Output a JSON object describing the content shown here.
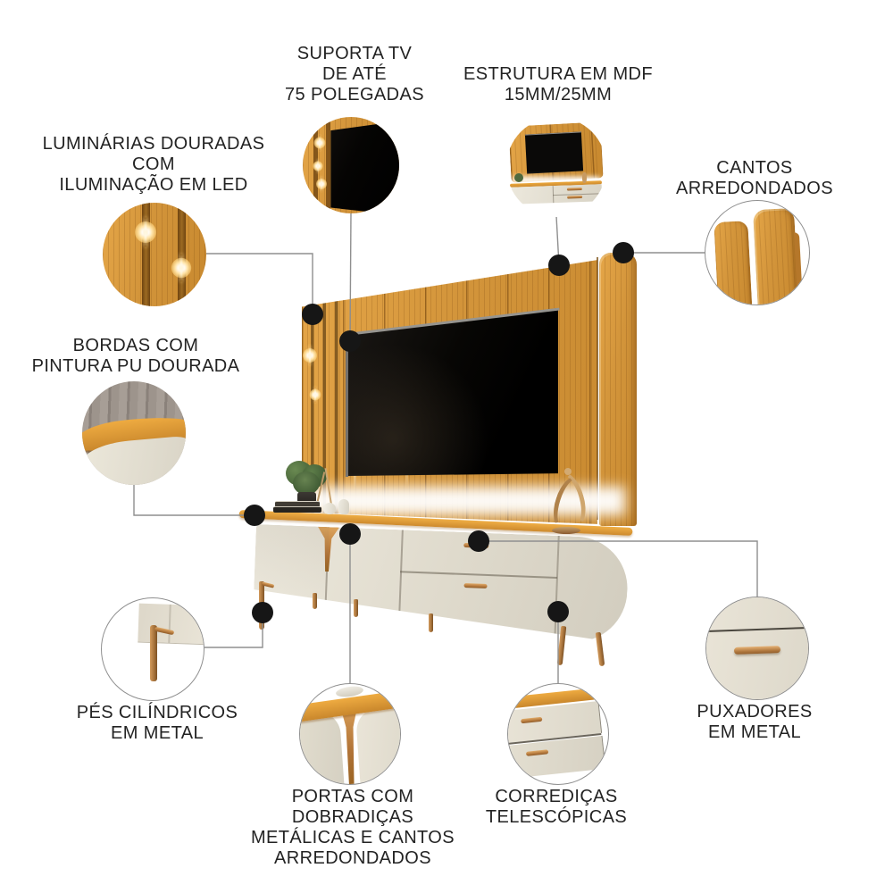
{
  "figure": {
    "type": "product-feature-diagram",
    "background": "#ffffff",
    "product": "painel-com-rack-para-tv"
  },
  "colors": {
    "bg": "#ffffff",
    "wood": "#d2943a",
    "wood-dark": "#8a5a1a",
    "cream": "#e8e3d6",
    "cream-dark": "#d6d1c2",
    "metal": "#b87c3f",
    "tv": "#070605",
    "line": "#8f8f8f",
    "dot": "#161616",
    "text": "#232323",
    "slat-gray": "#9d948c"
  },
  "callouts": [
    {
      "id": "suporta-tv",
      "lines": [
        "SUPORTA TV",
        "DE ATÉ",
        "75 POLEGADAS"
      ]
    },
    {
      "id": "estrutura",
      "lines": [
        "ESTRUTURA EM MDF",
        "15MM/25MM"
      ]
    },
    {
      "id": "luminarias",
      "lines": [
        "LUMINÁRIAS DOURADAS",
        "COM",
        "ILUMINAÇÃO EM LED"
      ]
    },
    {
      "id": "cantos",
      "lines": [
        "CANTOS",
        "ARREDONDADOS"
      ]
    },
    {
      "id": "bordas",
      "lines": [
        "BORDAS COM",
        "PINTURA PU DOURADA"
      ]
    },
    {
      "id": "pes",
      "lines": [
        "PÉS CILÍNDRICOS",
        "EM METAL"
      ]
    },
    {
      "id": "portas",
      "lines": [
        "PORTAS COM",
        "DOBRADIÇAS",
        "METÁLICAS E CANTOS",
        "ARREDONDADOS"
      ]
    },
    {
      "id": "corredicas",
      "lines": [
        "CORREDIÇAS",
        "TELESCÓPICAS"
      ]
    },
    {
      "id": "puxadores",
      "lines": [
        "PUXADORES",
        "EM METAL"
      ]
    }
  ]
}
